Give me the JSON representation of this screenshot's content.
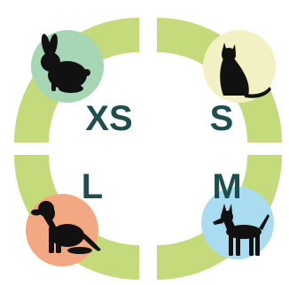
{
  "colors": {
    "ring": "#c5da7a",
    "label_text": "#1f4f4d",
    "silhouette": "#111111",
    "xs_circle": "#a6d6b4",
    "s_circle": "#f3f0c4",
    "l_circle": "#f2a882",
    "m_circle": "#a9dcf1",
    "background": "#ffffff"
  },
  "sizes": [
    {
      "label": "XS",
      "animal": "rabbit-icon"
    },
    {
      "label": "S",
      "animal": "cat-icon"
    },
    {
      "label": "L",
      "animal": "large-dog-icon"
    },
    {
      "label": "M",
      "animal": "medium-dog-icon"
    }
  ]
}
